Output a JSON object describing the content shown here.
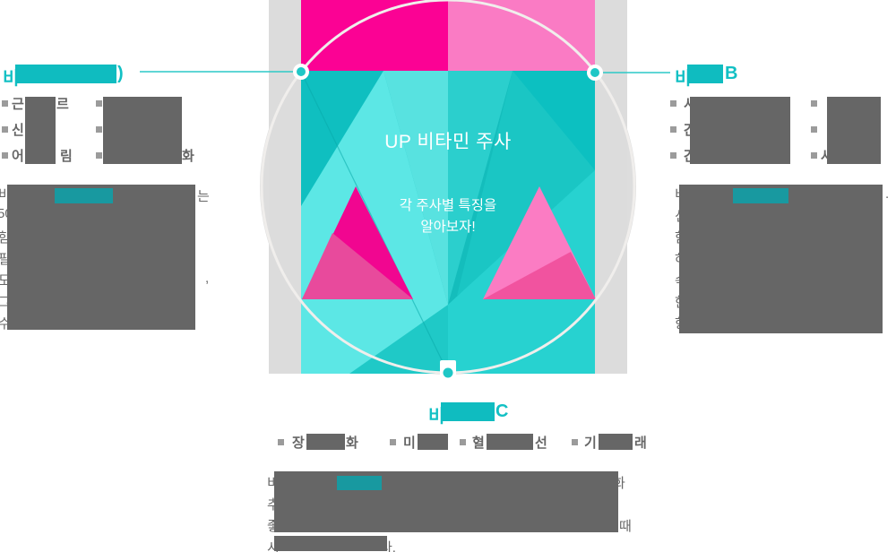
{
  "center": {
    "title": "UP 비타민 주사",
    "subtitle_line1": "각 주사별 특징을",
    "subtitle_line2": "알아보자!"
  },
  "sections": {
    "left": {
      "title_lead": "비",
      "title_trail": ")",
      "bullets": {
        "c1r1_lead": "근",
        "c1r1_trail": "르",
        "c1r2_lead": "신",
        "c1r3_lead": "어",
        "c1r3_trail": "림",
        "c2r3_trail": "화"
      },
      "body": {
        "lead1": "비",
        "lead2": "50",
        "lead3": "함",
        "lead4": "필",
        "lead5": "도",
        "lead6": "그",
        "lead7": "수",
        "trail1": "는",
        "trail5": ","
      }
    },
    "right": {
      "title_lead": "비",
      "title_trail": "B",
      "bullets": {
        "c1r1_lead": "서",
        "c1r2_lead": "간",
        "c1r3_lead": "간",
        "c2r3_lead": "사"
      },
      "body": {
        "lead1": "비",
        "lead2": "신",
        "lead3": "함",
        "lead4": "하",
        "lead5": "속",
        "lead6": "한",
        "lead7": "항",
        "trail1": "."
      }
    },
    "bottom": {
      "title_lead": "비",
      "title_trail": "C",
      "bullets": {
        "b1_lead": "장",
        "b1_trail": "화",
        "b2_lead": "미",
        "b3_lead": "혈",
        "b3_trail": "선",
        "b4_lead": "기",
        "b4_trail": "래"
      },
      "body": {
        "lead1": "비",
        "lead2": "추",
        "lead3": "좋",
        "lead4": "시",
        "trail1": "화",
        "trail3": "때",
        "trail4": "다."
      }
    }
  },
  "colors": {
    "accent_teal": "#12C0C4",
    "redact_teal": "#0FBCC0",
    "highlight_teal": "#1899A0",
    "redact_gray": "#666666",
    "panel_gray": "#DCDCDC",
    "pink_top_left": "#FB0294",
    "pink_top_right": "#FA7BC4",
    "triangle_left": "#F10690",
    "triangle_left_facet": "#E84A9C",
    "triangle_right": "#FB7CC3",
    "triangle_right_facet": "#F1539F",
    "teal_base": "#14BDBC",
    "circle_outline": "#F0EEEC"
  }
}
